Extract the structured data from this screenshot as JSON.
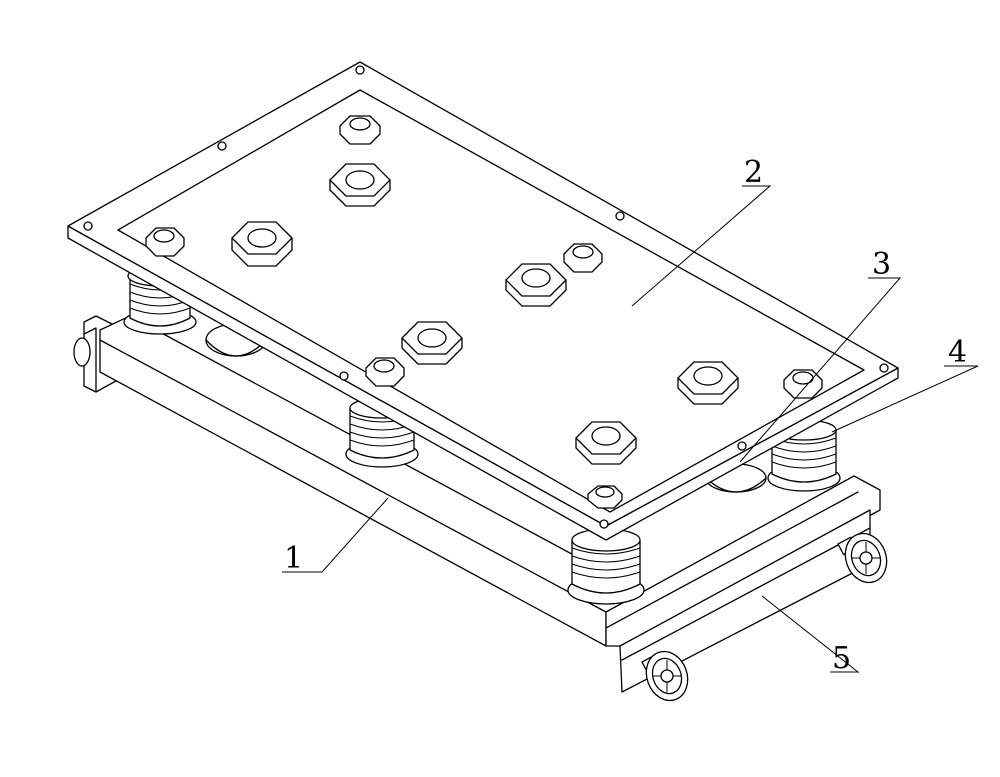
{
  "diagram": {
    "colors": {
      "line": "#000000",
      "background": "#ffffff"
    },
    "callouts": [
      {
        "id": "1",
        "text": "1"
      },
      {
        "id": "2",
        "text": "2"
      },
      {
        "id": "3",
        "text": "3"
      },
      {
        "id": "4",
        "text": "4"
      },
      {
        "id": "5",
        "text": "5"
      }
    ]
  }
}
